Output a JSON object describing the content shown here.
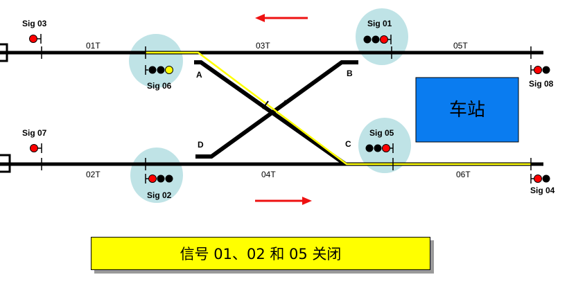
{
  "track_sections": {
    "s01T": "01T",
    "s03T": "03T",
    "s05T": "05T",
    "s02T": "02T",
    "s04T": "04T",
    "s06T": "06T"
  },
  "switch_points": {
    "A": "A",
    "B": "B",
    "C": "C",
    "D": "D"
  },
  "signals": {
    "sig01": "Sig 01",
    "sig02": "Sig 02",
    "sig03": "Sig 03",
    "sig04": "Sig 04",
    "sig05": "Sig 05",
    "sig06": "Sig 06",
    "sig07": "Sig 07",
    "sig08": "Sig 08"
  },
  "station": {
    "label": "车站"
  },
  "status": {
    "message": "信号 01、02 和 05 关闭"
  },
  "colors": {
    "track": "#000000",
    "route": "#ffff00",
    "signal_red": "#ff0000",
    "signal_off": "#000000",
    "signal_yellow": "#ffff00",
    "signal_halo": "#bfe3e6",
    "station_fill": "#0a7cf0",
    "arrow": "#ee1111",
    "banner": "#ffff00"
  }
}
